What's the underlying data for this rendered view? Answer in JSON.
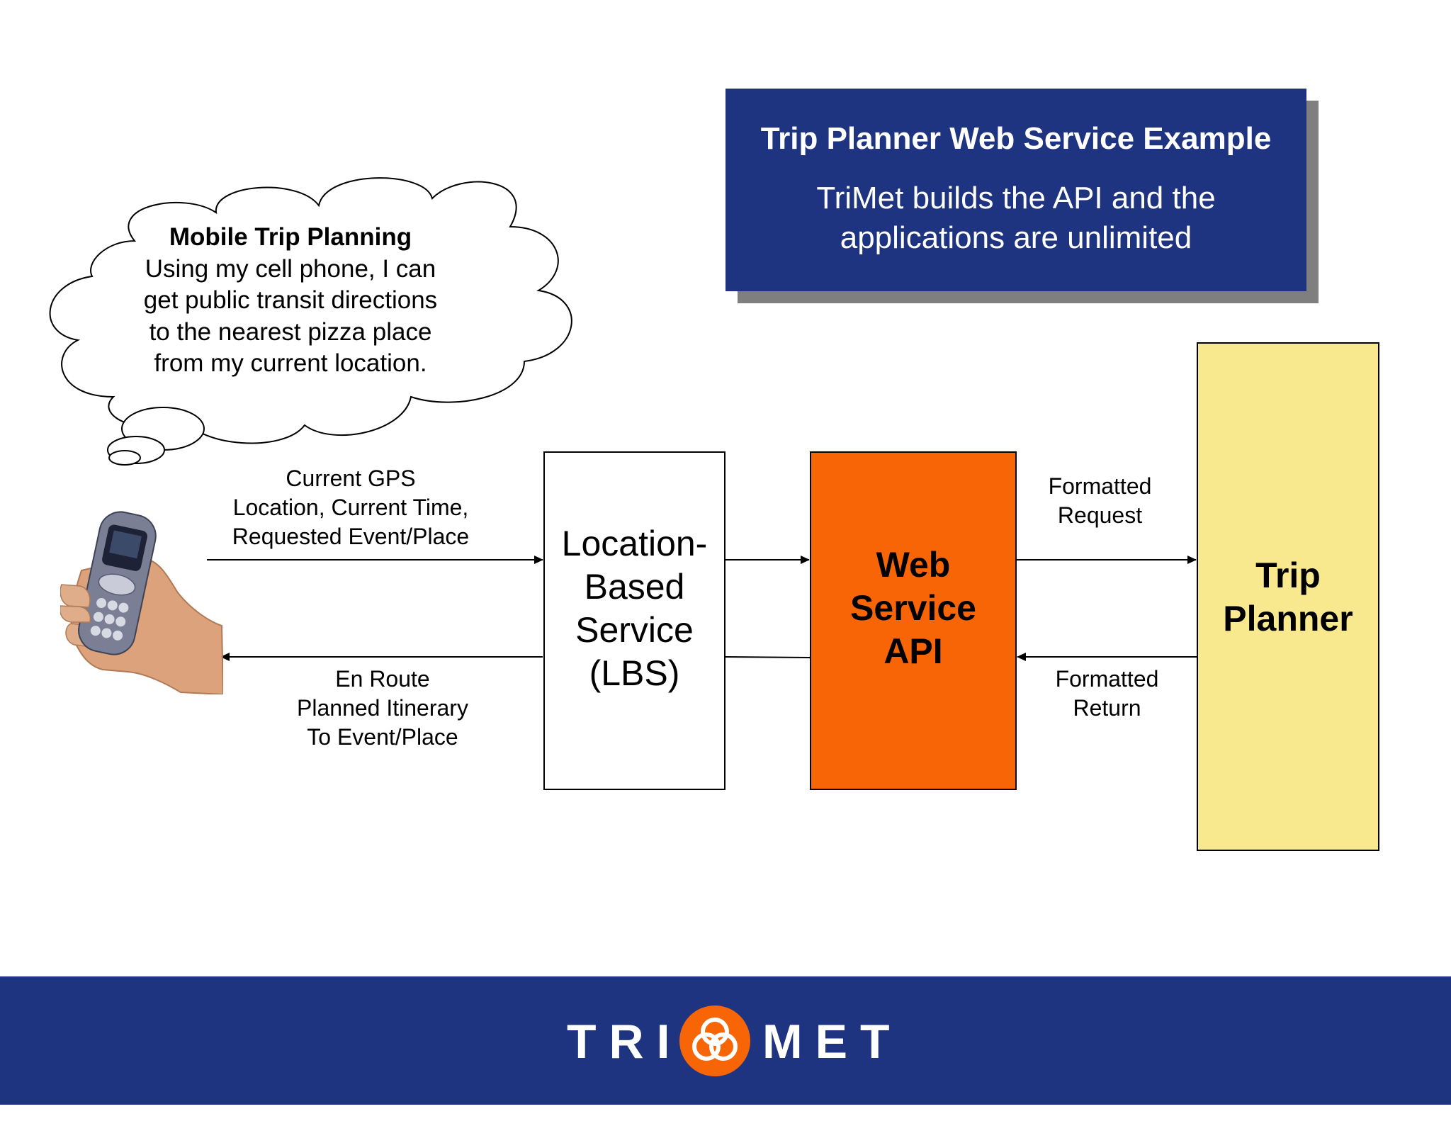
{
  "title_box": {
    "heading": "Trip Planner Web Service Example",
    "subtitle_line1": "TriMet builds the API and the",
    "subtitle_line2": "applications are unlimited"
  },
  "thought_cloud": {
    "heading": "Mobile Trip Planning",
    "lines": [
      "Using my cell phone, I can",
      "get public transit directions",
      "to the nearest pizza place",
      "from my current location."
    ]
  },
  "arrow_labels": {
    "request": [
      "Current GPS",
      "Location, Current Time,",
      "Requested Event/Place"
    ],
    "return": [
      "En Route",
      "Planned Itinerary",
      "To Event/Place"
    ],
    "formatted_request": [
      "Formatted",
      "Request"
    ],
    "formatted_return": [
      "Formatted",
      "Return"
    ]
  },
  "boxes": {
    "lbs": [
      "Location-",
      "Based",
      "Service",
      "(LBS)"
    ],
    "api": [
      "Web",
      "Service",
      "API"
    ],
    "planner": [
      "Trip",
      "Planner"
    ]
  },
  "footer": {
    "logo_left": "TRI",
    "logo_right": "MET"
  },
  "colors": {
    "navy": "#1f3480",
    "orange": "#f76507",
    "yellow": "#f8e88e",
    "shadow": "#7f7f7f"
  }
}
